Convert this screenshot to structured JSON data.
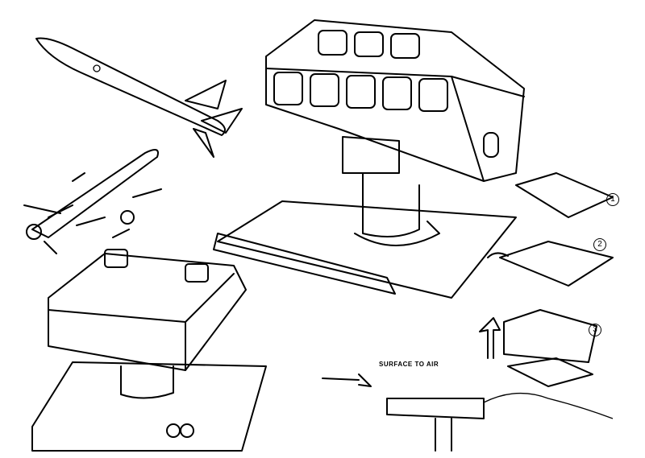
{
  "annotation": {
    "surface_to_air": "SURFACE TO AIR"
  },
  "steps": [
    "1",
    "2",
    "3"
  ],
  "ink_color": "#000000",
  "paper_color": "#ffffff"
}
